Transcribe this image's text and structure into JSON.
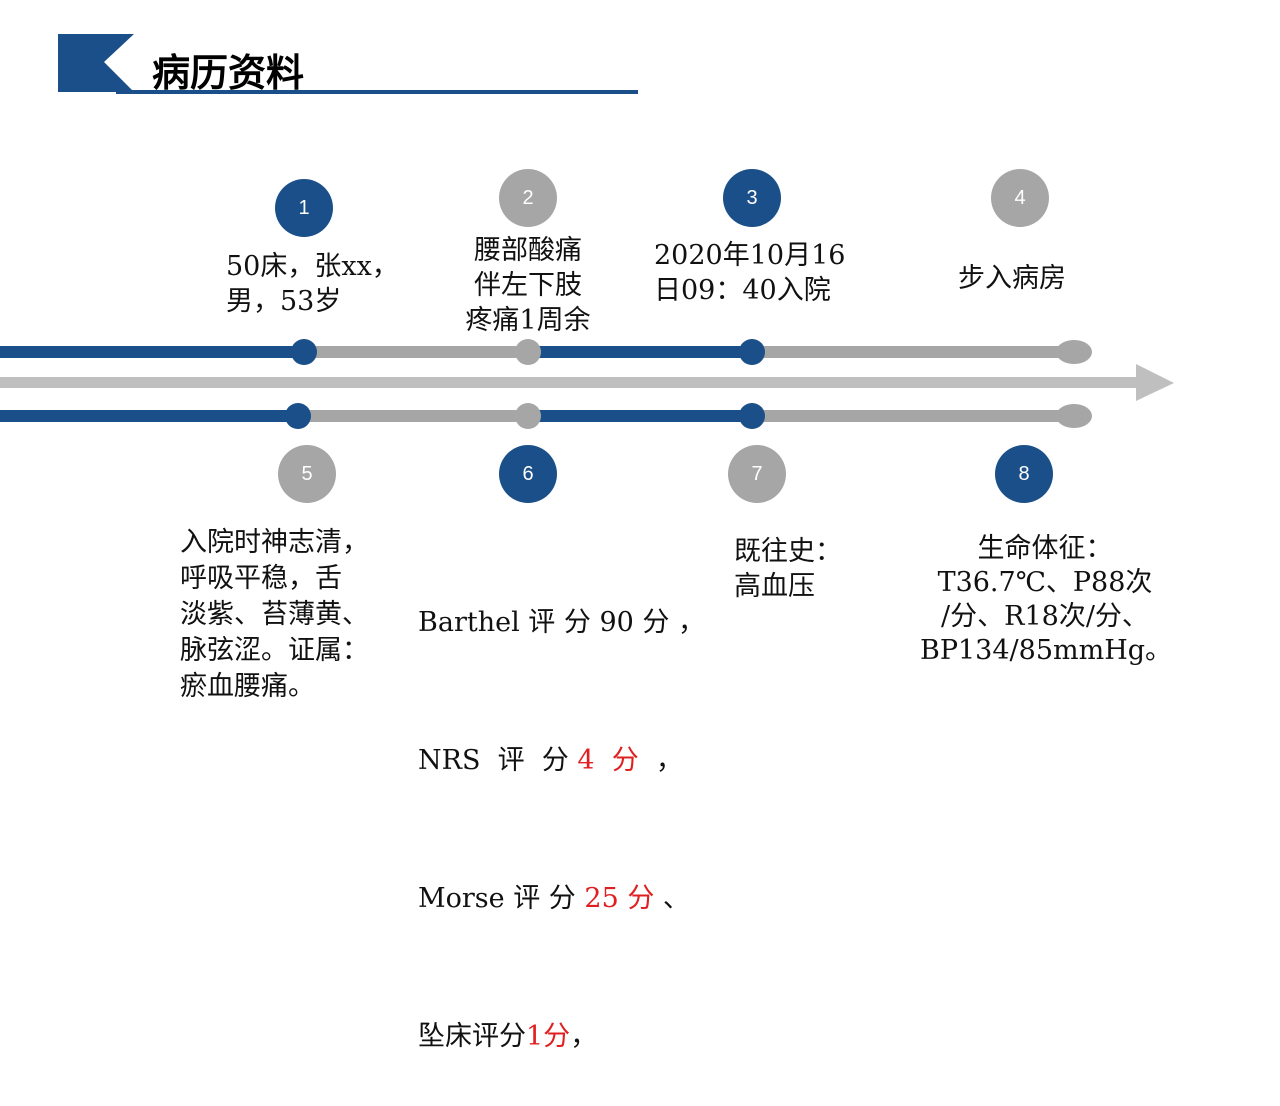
{
  "title": "病历资料",
  "colors": {
    "accent": "#1a4f8a",
    "gray": "#a6a6a6",
    "highlight": "#e02020"
  },
  "top": [
    {
      "n": "1",
      "lines": [
        "50床，张xx，",
        "男，53岁"
      ]
    },
    {
      "n": "2",
      "lines": [
        "腰部酸痛",
        "伴左下肢",
        "疼痛1周余"
      ]
    },
    {
      "n": "3",
      "lines": [
        "2020年10月16",
        "日09：40入院"
      ]
    },
    {
      "n": "4",
      "lines": [
        "步入病房"
      ]
    }
  ],
  "bottom": [
    {
      "n": "5",
      "lines": [
        "入院时神志清，",
        "呼吸平稳，舌",
        "淡紫、苔薄黄、",
        "脉弦涩。证属：",
        "瘀血腰痛。"
      ]
    },
    {
      "n": "6",
      "scores": {
        "barthel_a": "Barthel 评 分 90 分 ，",
        "nrs_a": "NRS  评  分 ",
        "nrs_b": "4  分",
        "nrs_c": "  ，",
        "morse_a": "Morse 评 分 ",
        "morse_b": "25 分",
        "morse_c": " 、",
        "fall_a": "坠床评分",
        "fall_b": "1分",
        "fall_c": "，"
      }
    },
    {
      "n": "7",
      "lines": [
        "既往史：",
        "高血压"
      ]
    },
    {
      "n": "8",
      "lines": [
        "生命体征：",
        "T36.7℃、P88次",
        "/分、R18次/分、",
        "BP134/85mmHg。"
      ]
    }
  ]
}
